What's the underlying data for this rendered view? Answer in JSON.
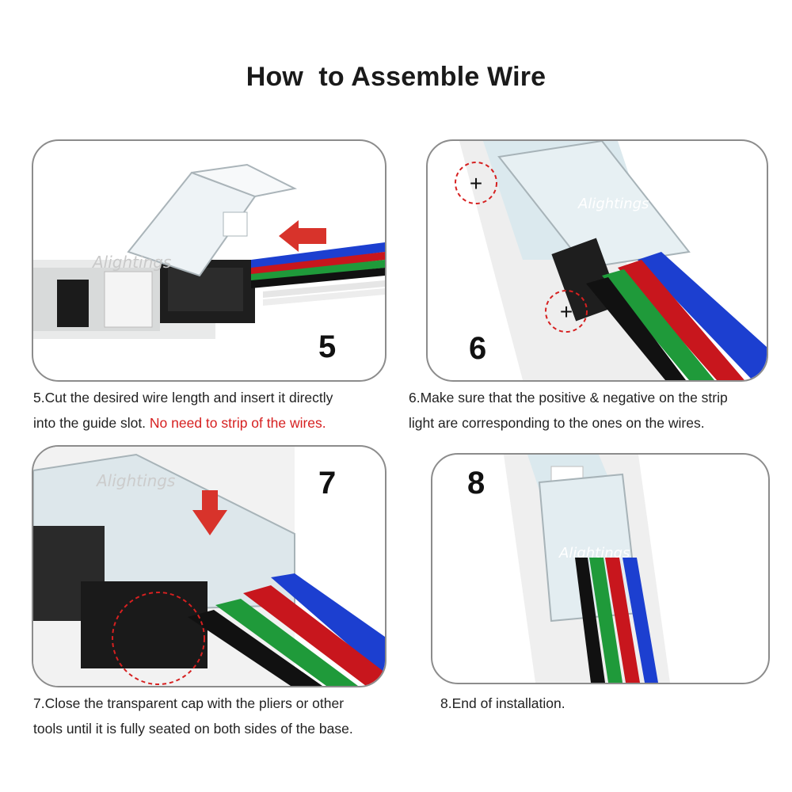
{
  "title": "How  to Assemble Wire",
  "steps": [
    {
      "number": "5",
      "caption_line1": "5.Cut the desired wire length and insert it directly",
      "caption_line2_prefix": "into the guide slot. ",
      "caption_line2_highlight": "No need to strip of the wires."
    },
    {
      "number": "6",
      "caption_line1": "6.Make sure that the positive & negative on the strip",
      "caption_line2": "light are corresponding to the ones on the wires.",
      "plus_sign": "+"
    },
    {
      "number": "7",
      "caption_line1": "7.Close the transparent cap with the pliers or other",
      "caption_line2": "tools until it is fully seated on both sides of the base."
    },
    {
      "number": "8",
      "caption_line1": "8.End of installation."
    }
  ],
  "watermark": "Alightings",
  "colors": {
    "highlight": "#d62020",
    "wire_blue": "#1c3fd0",
    "wire_red": "#c8161d",
    "wire_green": "#1f9a3a",
    "wire_black": "#111111",
    "arrow_red": "#d8332b"
  },
  "icons": [
    "red-arrow-icon",
    "plus-marker-icon",
    "dashed-circle-icon"
  ]
}
